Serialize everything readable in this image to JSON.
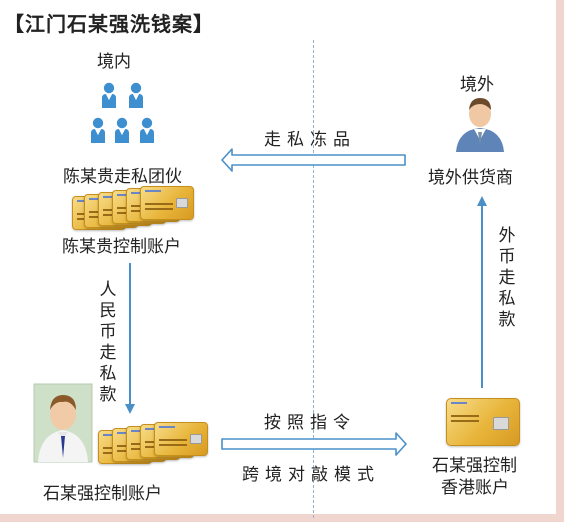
{
  "title": "【江门石某强洗钱案】",
  "labels": {
    "domestic": "境内",
    "overseas": "境外",
    "gang": "陈某贵走私团伙",
    "supplier": "境外供货商",
    "chen_account": "陈某贵控制账户",
    "shi_account": "石某强控制账户",
    "hk_account_line1": "石某强控制",
    "hk_account_line2": "香港账户"
  },
  "flows": {
    "smuggled_goods": "走私冻品",
    "rmb_smuggle": "人民币走私款",
    "fx_smuggle": "外币走私款",
    "by_instruction": "按照指令",
    "cross_border_mode": "跨境对敲模式"
  },
  "colors": {
    "arrow_fill": "#ffffff",
    "arrow_stroke": "#4a90c8",
    "person_blue": "#3d8fd0",
    "divider": "#8fb4d2",
    "card_gold": "#e8b53a"
  },
  "icons": {
    "group": "people-group-icon",
    "supplier": "businessman-icon",
    "shi": "man-portrait-icon",
    "card": "bank-card-icon"
  }
}
